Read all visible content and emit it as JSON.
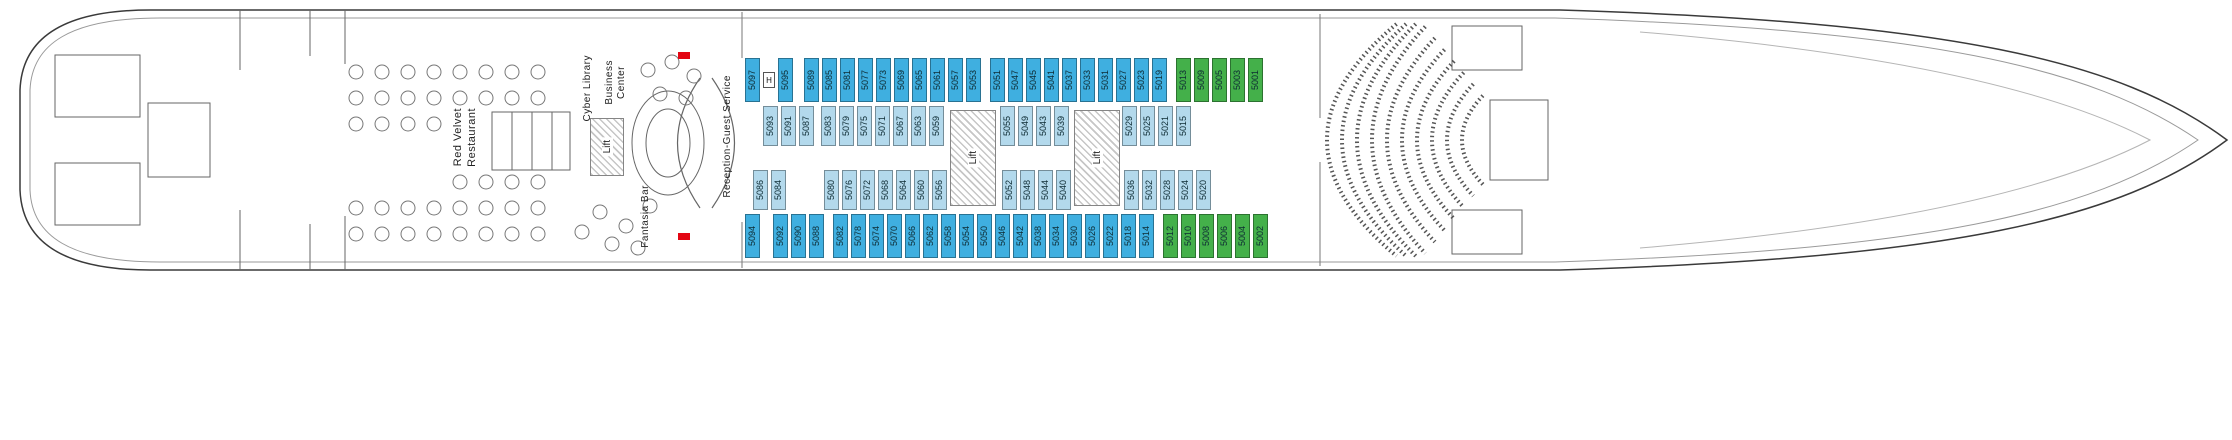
{
  "labels": {
    "restaurant_line1": "Red Velvet",
    "restaurant_line2": "Restaurant",
    "cyber_library": "Cyber Library",
    "business_line1": "Business",
    "business_line2": "Center",
    "fantasia_bar": "Fantasia Bar",
    "reception": "Reception-Guest Service",
    "lift": "Lift",
    "handicap": "H"
  },
  "colors": {
    "oceanview_blue": "#3FAFE0",
    "interior_lightblue": "#B3D9EC",
    "premium_green": "#44B04A",
    "red_marker": "#E30613"
  },
  "cabin_rows": [
    {
      "id": "row1",
      "cells": [
        {
          "n": "5097",
          "c": "b"
        },
        {
          "h": 1
        },
        {
          "n": "5095",
          "c": "b"
        },
        {
          "g": 8
        },
        {
          "n": "5089",
          "c": "b"
        },
        {
          "n": "5085",
          "c": "b"
        },
        {
          "n": "5081",
          "c": "b"
        },
        {
          "n": "5077",
          "c": "b"
        },
        {
          "n": "5073",
          "c": "b"
        },
        {
          "n": "5069",
          "c": "b"
        },
        {
          "n": "5065",
          "c": "b"
        },
        {
          "n": "5061",
          "c": "b"
        },
        {
          "n": "5057",
          "c": "b"
        },
        {
          "n": "5053",
          "c": "b"
        },
        {
          "g": 6
        },
        {
          "n": "5051",
          "c": "b"
        },
        {
          "n": "5047",
          "c": "b"
        },
        {
          "n": "5045",
          "c": "b"
        },
        {
          "n": "5041",
          "c": "b"
        },
        {
          "n": "5037",
          "c": "b"
        },
        {
          "n": "5033",
          "c": "b"
        },
        {
          "n": "5031",
          "c": "b"
        },
        {
          "n": "5027",
          "c": "b"
        },
        {
          "n": "5023",
          "c": "b"
        },
        {
          "n": "5019",
          "c": "b"
        },
        {
          "g": 6
        },
        {
          "n": "5013",
          "c": "g"
        },
        {
          "n": "5009",
          "c": "g"
        },
        {
          "n": "5005",
          "c": "g"
        },
        {
          "n": "5003",
          "c": "g"
        },
        {
          "n": "5001",
          "c": "g"
        }
      ]
    },
    {
      "id": "row2",
      "cells": [
        {
          "n": "5093",
          "c": "lb"
        },
        {
          "n": "5091",
          "c": "lb"
        },
        {
          "n": "5087",
          "c": "lb"
        },
        {
          "g": 4
        },
        {
          "n": "5083",
          "c": "lb"
        },
        {
          "n": "5079",
          "c": "lb"
        },
        {
          "n": "5075",
          "c": "lb"
        },
        {
          "n": "5071",
          "c": "lb"
        },
        {
          "n": "5067",
          "c": "lb"
        },
        {
          "n": "5063",
          "c": "lb"
        },
        {
          "n": "5059",
          "c": "lb"
        },
        {
          "g": 53
        },
        {
          "n": "5055",
          "c": "lb"
        },
        {
          "n": "5049",
          "c": "lb"
        },
        {
          "n": "5043",
          "c": "lb"
        },
        {
          "n": "5039",
          "c": "lb"
        },
        {
          "g": 50
        },
        {
          "n": "5029",
          "c": "lb"
        },
        {
          "n": "5025",
          "c": "lb"
        },
        {
          "n": "5021",
          "c": "lb"
        },
        {
          "n": "5015",
          "c": "lb"
        }
      ]
    },
    {
      "id": "row3",
      "cells": [
        {
          "n": "5086",
          "c": "lb"
        },
        {
          "n": "5084",
          "c": "lb"
        },
        {
          "g": 35
        },
        {
          "n": "5080",
          "c": "lb"
        },
        {
          "n": "5076",
          "c": "lb"
        },
        {
          "n": "5072",
          "c": "lb"
        },
        {
          "n": "5068",
          "c": "lb"
        },
        {
          "n": "5064",
          "c": "lb"
        },
        {
          "n": "5060",
          "c": "lb"
        },
        {
          "n": "5056",
          "c": "lb"
        },
        {
          "g": 52
        },
        {
          "n": "5052",
          "c": "lb"
        },
        {
          "n": "5048",
          "c": "lb"
        },
        {
          "n": "5044",
          "c": "lb"
        },
        {
          "n": "5040",
          "c": "lb"
        },
        {
          "g": 50
        },
        {
          "n": "5036",
          "c": "lb"
        },
        {
          "n": "5032",
          "c": "lb"
        },
        {
          "n": "5028",
          "c": "lb"
        },
        {
          "n": "5024",
          "c": "lb"
        },
        {
          "n": "5020",
          "c": "lb"
        }
      ]
    },
    {
      "id": "row4",
      "cells": [
        {
          "n": "5094",
          "c": "b"
        },
        {
          "g": 10
        },
        {
          "n": "5092",
          "c": "b"
        },
        {
          "n": "5090",
          "c": "b"
        },
        {
          "n": "5088",
          "c": "b"
        },
        {
          "g": 6
        },
        {
          "n": "5082",
          "c": "b"
        },
        {
          "n": "5078",
          "c": "b"
        },
        {
          "n": "5074",
          "c": "b"
        },
        {
          "n": "5070",
          "c": "b"
        },
        {
          "n": "5066",
          "c": "b"
        },
        {
          "n": "5062",
          "c": "b"
        },
        {
          "n": "5058",
          "c": "b"
        },
        {
          "n": "5054",
          "c": "b"
        },
        {
          "n": "5050",
          "c": "b"
        },
        {
          "n": "5046",
          "c": "b"
        },
        {
          "n": "5042",
          "c": "b"
        },
        {
          "n": "5038",
          "c": "b"
        },
        {
          "n": "5034",
          "c": "b"
        },
        {
          "n": "5030",
          "c": "b"
        },
        {
          "n": "5026",
          "c": "b"
        },
        {
          "n": "5022",
          "c": "b"
        },
        {
          "n": "5018",
          "c": "b"
        },
        {
          "n": "5014",
          "c": "b"
        },
        {
          "g": 6
        },
        {
          "n": "5012",
          "c": "g"
        },
        {
          "n": "5010",
          "c": "g"
        },
        {
          "n": "5008",
          "c": "g"
        },
        {
          "n": "5006",
          "c": "g"
        },
        {
          "n": "5004",
          "c": "g"
        },
        {
          "n": "5002",
          "c": "g"
        }
      ]
    }
  ]
}
